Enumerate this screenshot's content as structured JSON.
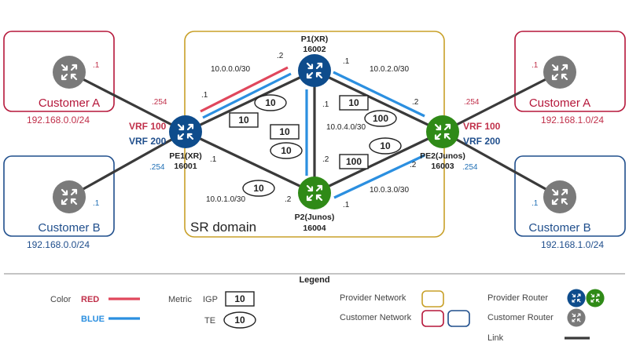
{
  "colors": {
    "red": "#e0475c",
    "blue": "#2b8fe0",
    "link": "#3a3a3a",
    "provider_box": "#c8a028",
    "customer_a": "#b5173a",
    "customer_b": "#1f4e8c",
    "router_blue": "#0e4c8c",
    "router_green": "#2f8a17",
    "router_gray": "#7a7a7a",
    "addr_red": "#c0304a",
    "addr_blue": "#1f6fb5"
  },
  "domain": {
    "label": "SR domain"
  },
  "customers": {
    "a_left": {
      "name": "Customer A",
      "subnet": "192.168.0.0/24",
      "addr": ".1"
    },
    "b_left": {
      "name": "Customer B",
      "subnet": "192.168.0.0/24",
      "addr": ".1"
    },
    "a_right": {
      "name": "Customer A",
      "subnet": "192.168.1.0/24",
      "addr": ".1"
    },
    "b_right": {
      "name": "Customer B",
      "subnet": "192.168.1.0/24",
      "addr": ".1"
    }
  },
  "routers": {
    "p1": {
      "name": "P1(XR)",
      "sid": "16002"
    },
    "p2": {
      "name": "P2(Junos)",
      "sid": "16004"
    },
    "pe1": {
      "name": "PE1(XR)",
      "sid": "16001"
    },
    "pe2": {
      "name": "PE2(Junos)",
      "sid": "16003"
    }
  },
  "vrf": {
    "v100": "VRF 100",
    "v200": "VRF 200"
  },
  "subnets": {
    "pe1_p1": "10.0.0.0/30",
    "p1_pe2": "10.0.2.0/30",
    "p1_p2": "10.0.4.0/30",
    "pe1_p2": "10.0.1.0/30",
    "p2_pe2": "10.0.3.0/30"
  },
  "iface": {
    "pe1_cea": ".254",
    "pe1_ceb": ".254",
    "pe2_cea": ".254",
    "pe2_ceb": ".254",
    "pe1_p1_pe": ".1",
    "pe1_p1_p": ".2",
    "p1_pe2_p": ".1",
    "p1_pe2_pe": ".2",
    "p1_p2_p1": ".1",
    "p1_p2_p2": ".2",
    "pe1_p2_pe": ".1",
    "pe1_p2_p": ".2",
    "p2_pe2_p": ".1",
    "p2_pe2_pe": ".2"
  },
  "metrics": {
    "pe1_p1_te": "10",
    "pe1_p1_igp": "10",
    "p1_p2_igp": "10",
    "p1_p2_te": "10",
    "p1_pe2_igp": "10",
    "p1_pe2_te": "100",
    "p2_pe2_te": "10",
    "p2_pe2_igp": "100",
    "pe1_p2_te": "10"
  },
  "legend": {
    "title": "Legend",
    "color_label": "Color",
    "red_label": "RED",
    "blue_label": "BLUE",
    "metric_label": "Metric",
    "igp_label": "IGP",
    "igp_value": "10",
    "te_label": "TE",
    "te_value": "10",
    "provider_network": "Provider Network",
    "customer_network": "Customer Network",
    "provider_router": "Provider Router",
    "customer_router": "Customer Router",
    "link": "Link"
  }
}
